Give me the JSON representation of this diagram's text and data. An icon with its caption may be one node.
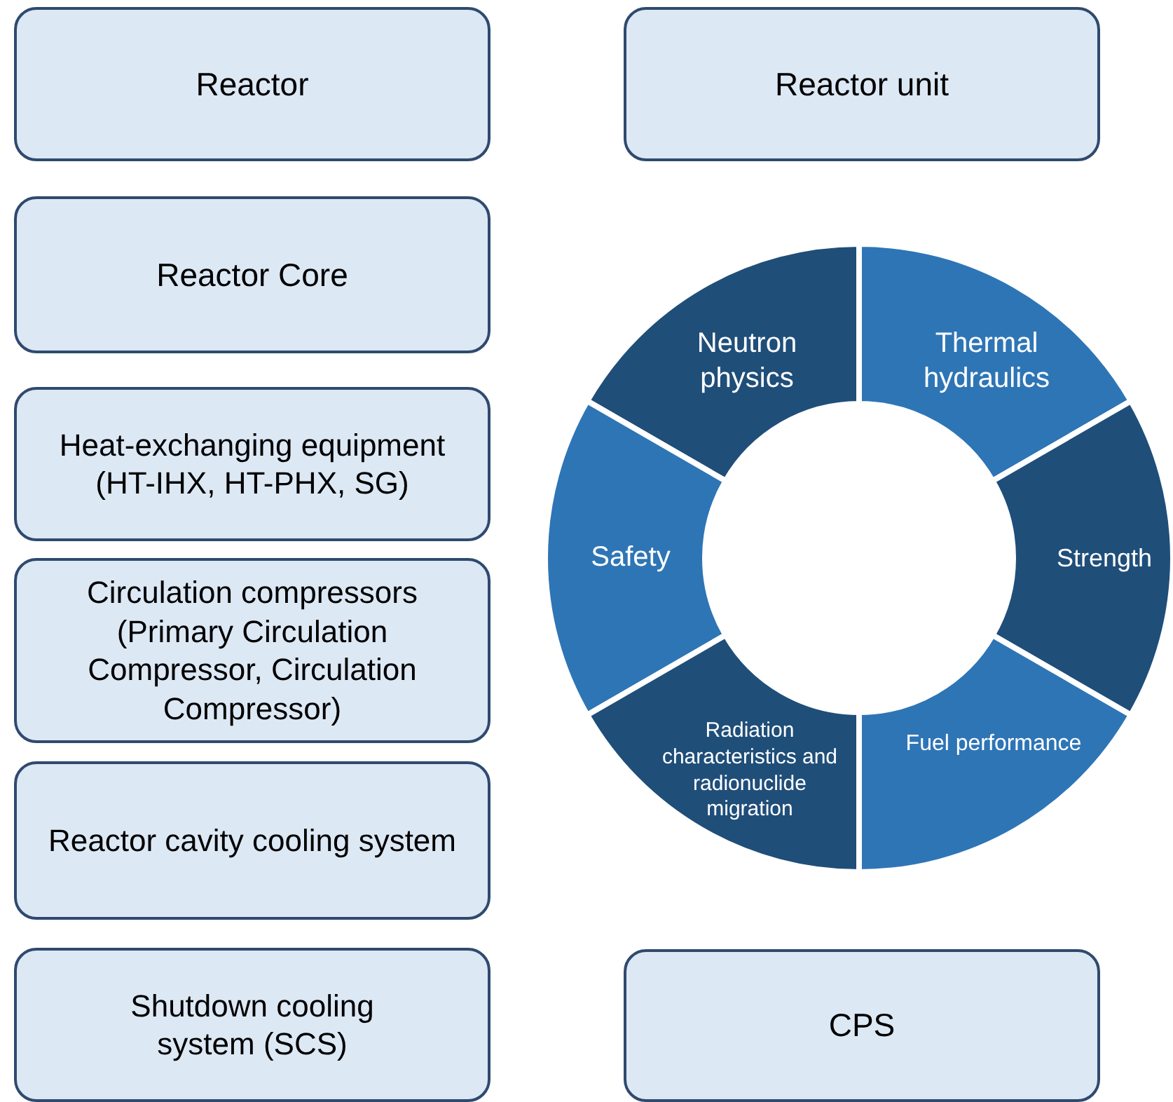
{
  "diagram": {
    "nodes": [
      {
        "text": [
          "Reactor"
        ]
      },
      {
        "text": [
          "Reactor unit"
        ]
      },
      {
        "text": [
          "Reactor Core"
        ]
      },
      {
        "text": [
          "Neutron physics"
        ]
      },
      {
        "text": [
          "Thermal hydraulics"
        ]
      },
      {
        "text": [
          "Heat-exchanging equipment (HT-IHX, HT-PHX, SG)"
        ]
      },
      {
        "text": [
          "Safety"
        ]
      },
      {
        "text": [
          "Strength"
        ]
      },
      {
        "text": [
          "Circulation compressors (Primary Circulation Compressor, Circulation Compressor)"
        ]
      },
      {
        "text": [
          "Radiation characteristics and radionuclide migration"
        ]
      },
      {
        "text": [
          "Fuel performance"
        ]
      },
      {
        "text": [
          "Reactor cavity cooling system"
        ]
      },
      {
        "text": [
          "Shutdown cooling system (SCS)"
        ]
      },
      {
        "text": [
          "CPS"
        ]
      }
    ],
    "edges": []
  }
}
